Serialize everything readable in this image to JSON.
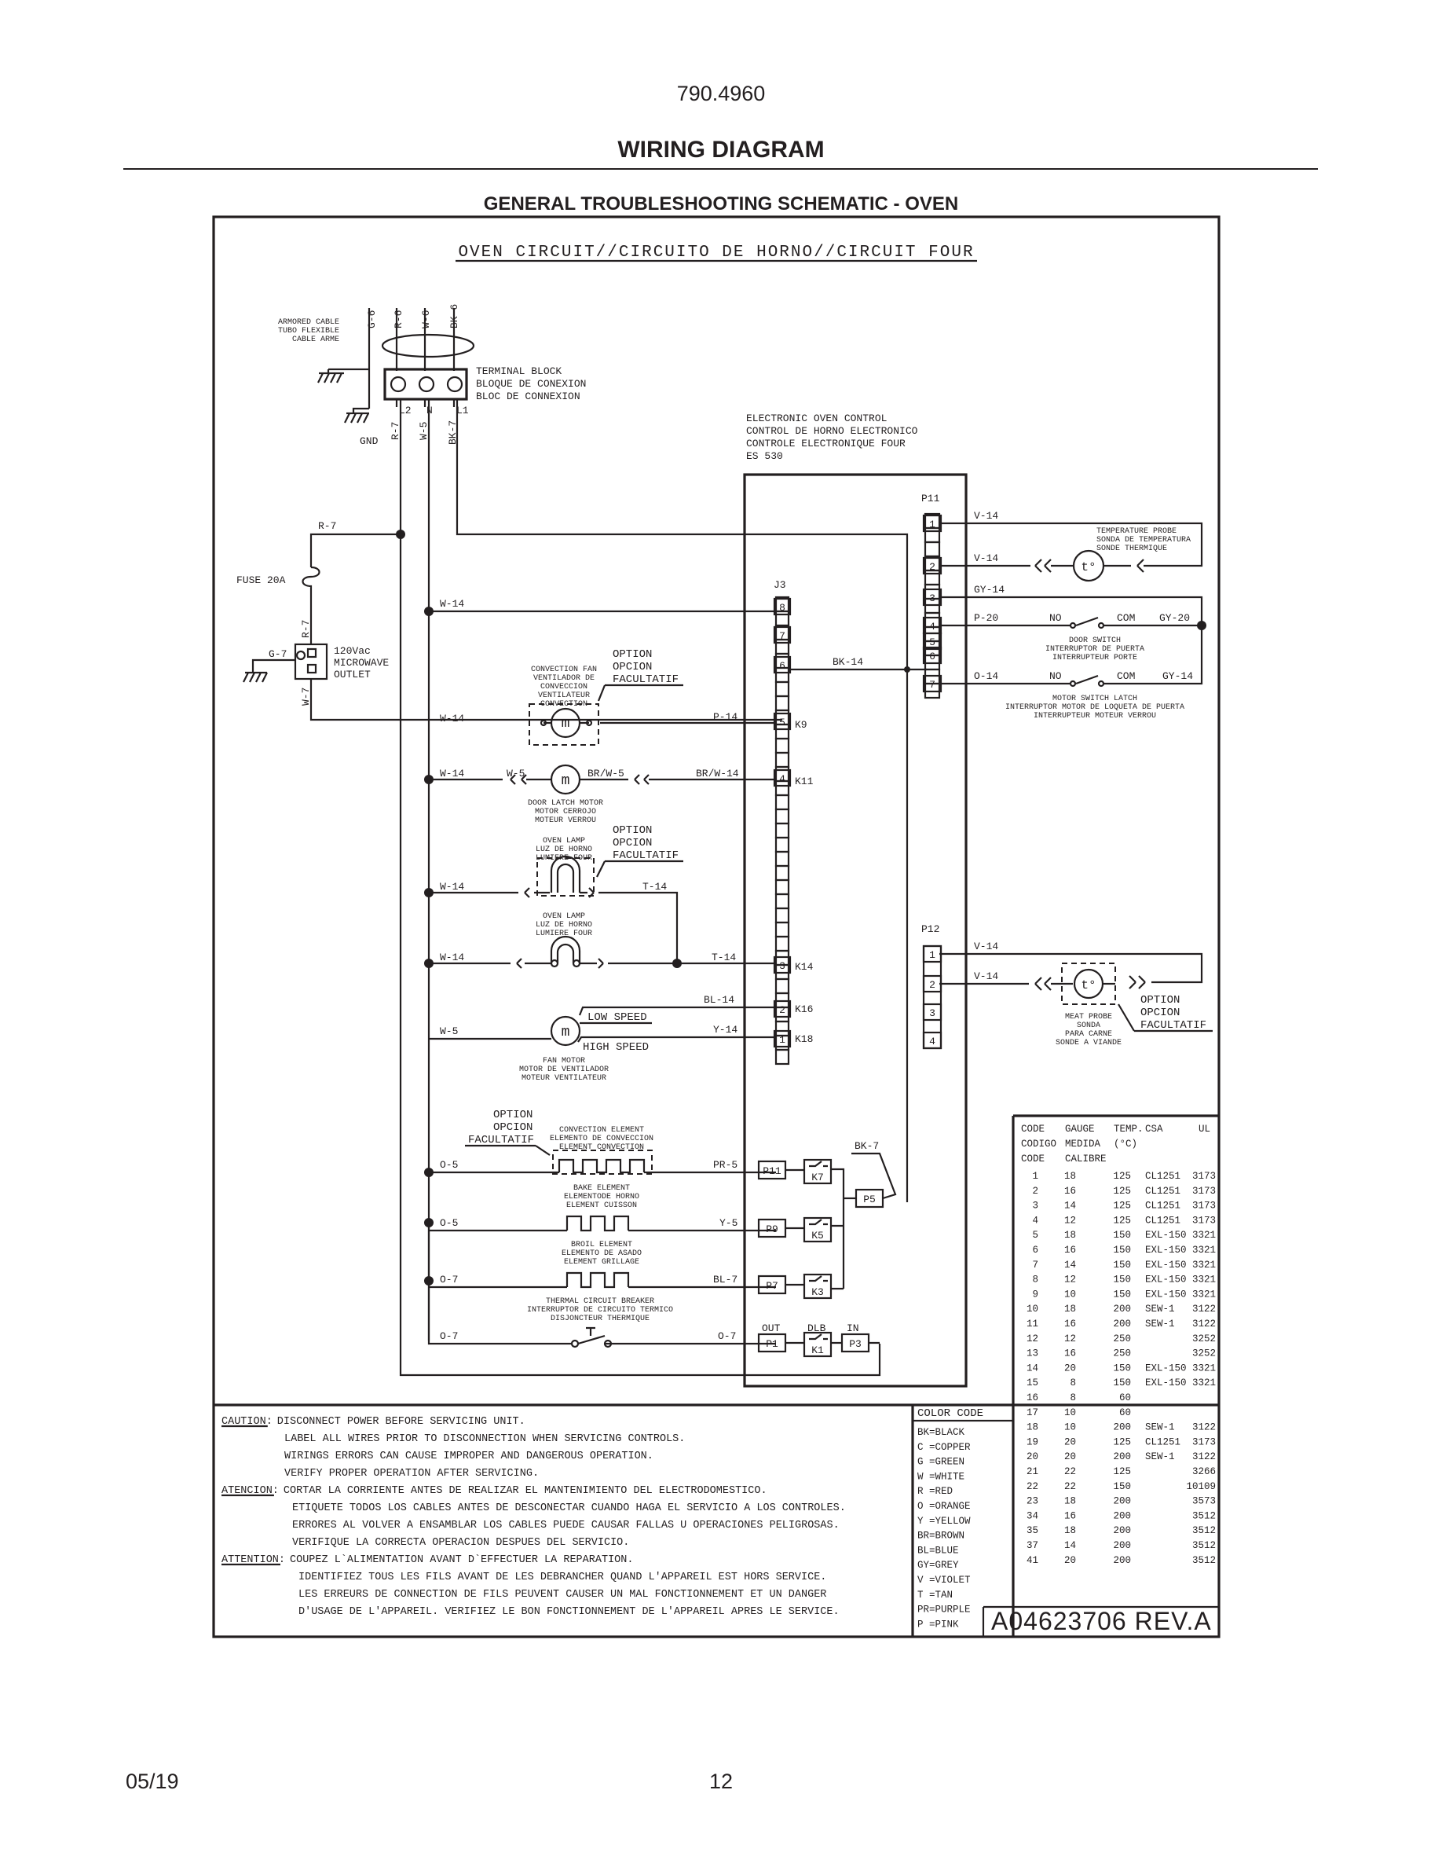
{
  "header": {
    "model": "790.4960",
    "title": "WIRING DIAGRAM",
    "subtitle": "GENERAL TROUBLESHOOTING SCHEMATIC - OVEN"
  },
  "footer": {
    "date": "05/19",
    "page": "12"
  },
  "schematic": {
    "title": "OVEN CIRCUIT//CIRCUITO DE HORNO//CIRCUIT FOUR",
    "armored_cable": [
      "ARMORED CABLE",
      "TUBO FLEXIBLE",
      "CABLE ARME"
    ],
    "supply_wires": [
      "G-6",
      "R-6",
      "W-6",
      "BK-6"
    ],
    "terminal_block": [
      "TERMINAL BLOCK",
      "BLOQUE DE CONEXION",
      "BLOC DE CONNEXION"
    ],
    "terminals": [
      "L2",
      "N",
      "L1"
    ],
    "gnd": "GND",
    "feed_wires": [
      "R-7",
      "W-5",
      "BK-7"
    ],
    "fuse": "FUSE 20A",
    "outlet": [
      "120Vac",
      "MICROWAVE",
      "OUTLET"
    ],
    "control": [
      "ELECTRONIC OVEN CONTROL",
      "CONTROL DE HORNO ELECTRONICO",
      "CONTROLE ELECTRONIQUE FOUR",
      "ES 530"
    ],
    "connectors": {
      "p11": "P11",
      "p12": "P12",
      "j3": "J3"
    },
    "relays": {
      "k9": "K9",
      "k11": "K11",
      "k14": "K14",
      "k16": "K16",
      "k18": "K18"
    },
    "wire_labels": {
      "r7": "R-7",
      "g7": "G-7",
      "w7": "W-7",
      "w14": "W-14",
      "w5": "W-5",
      "p14": "P-14",
      "brw5": "BR/W-5",
      "brw14": "BR/W-14",
      "t14": "T-14",
      "bl14": "BL-14",
      "y14": "Y-14",
      "bk14": "BK-14",
      "v14": "V-14",
      "gy14": "GY-14",
      "p20": "P-20",
      "gy20": "GY-20",
      "o14": "O-14",
      "bk7": "BK-7",
      "o5": "O-5",
      "pr5": "PR-5",
      "y5": "Y-5",
      "o7": "O-7",
      "bl7": "BL-7"
    },
    "option": [
      "OPTION",
      "OPCION",
      "FACULTATIF"
    ],
    "temp_probe": [
      "TEMPERATURE PROBE",
      "SONDA DE TEMPERATURA",
      "SONDE THERMIQUE"
    ],
    "probe_symbol": "t°",
    "switch": {
      "no": "NO",
      "com": "COM"
    },
    "door_switch": [
      "DOOR SWITCH",
      "INTERRUPTOR DE PUERTA",
      "INTERRUPTEUR PORTE"
    ],
    "motor_latch": [
      "MOTOR SWITCH LATCH",
      "INTERRUPTOR MOTOR DE LOQUETA DE PUERTA",
      "INTERRUPTEUR MOTEUR VERROU"
    ],
    "convection_fan": [
      "CONVECTION FAN",
      "VENTILADOR DE",
      "CONVECCION",
      "VENTILATEUR",
      "CONVECTION"
    ],
    "door_latch_motor": [
      "DOOR LATCH MOTOR",
      "MOTOR CERROJO",
      "MOTEUR VERROU"
    ],
    "oven_lamp": [
      "OVEN LAMP",
      "LUZ DE HORNO",
      "LUMIERE FOUR"
    ],
    "fan_motor": [
      "FAN MOTOR",
      "MOTOR DE VENTILADOR",
      "MOTEUR VENTILATEUR"
    ],
    "speeds": {
      "low": "LOW SPEED",
      "high": "HIGH SPEED"
    },
    "meat_probe": [
      "MEAT PROBE",
      "SONDA",
      "PARA CARNE",
      "SONDE A VIANDE"
    ],
    "convection_element": [
      "CONVECTION ELEMENT",
      "ELEMENTO DE CONVECCION",
      "ELEMENT CONVECTION"
    ],
    "bake_element": [
      "BAKE ELEMENT",
      "ELEMENTODE HORNO",
      "ELEMENT CUISSON"
    ],
    "broil_element": [
      "BROIL ELEMENT",
      "ELEMENTO DE ASADO",
      "ELEMENT GRILLAGE"
    ],
    "thermal_breaker": [
      "THERMAL CIRCUIT BREAKER",
      "INTERRUPTOR DE CIRCUITO TERMICO",
      "DISJONCTEUR THERMIQUE"
    ],
    "board_pins": {
      "p11": "P11",
      "k7": "K7",
      "p5": "P5",
      "p9": "P9",
      "k5": "K5",
      "p7": "P7",
      "k3": "K3",
      "p1": "P1",
      "k1": "K1",
      "p3": "P3",
      "out": "OUT",
      "dlb": "DLB",
      "in": "IN"
    }
  },
  "gauge_table": {
    "headers": [
      [
        "CODE",
        "GAUGE",
        "TEMP.",
        "CSA",
        "UL"
      ],
      [
        "CODIGO",
        "MEDIDA",
        "(°C)",
        "",
        ""
      ],
      [
        "CODE",
        "CALIBRE",
        "",
        "",
        ""
      ]
    ],
    "rows": [
      [
        "1",
        "18",
        "125",
        "CL1251",
        "3173"
      ],
      [
        "2",
        "16",
        "125",
        "CL1251",
        "3173"
      ],
      [
        "3",
        "14",
        "125",
        "CL1251",
        "3173"
      ],
      [
        "4",
        "12",
        "125",
        "CL1251",
        "3173"
      ],
      [
        "5",
        "18",
        "150",
        "EXL-150",
        "3321"
      ],
      [
        "6",
        "16",
        "150",
        "EXL-150",
        "3321"
      ],
      [
        "7",
        "14",
        "150",
        "EXL-150",
        "3321"
      ],
      [
        "8",
        "12",
        "150",
        "EXL-150",
        "3321"
      ],
      [
        "9",
        "10",
        "150",
        "EXL-150",
        "3321"
      ],
      [
        "10",
        "18",
        "200",
        "SEW-1",
        "3122"
      ],
      [
        "11",
        "16",
        "200",
        "SEW-1",
        "3122"
      ],
      [
        "12",
        "12",
        "250",
        "",
        "3252"
      ],
      [
        "13",
        "16",
        "250",
        "",
        "3252"
      ],
      [
        "14",
        "20",
        "150",
        "EXL-150",
        "3321"
      ],
      [
        "15",
        "8",
        "150",
        "EXL-150",
        "3321"
      ],
      [
        "16",
        "8",
        "60",
        "",
        ""
      ],
      [
        "17",
        "10",
        "60",
        "",
        ""
      ],
      [
        "18",
        "10",
        "200",
        "SEW-1",
        "3122"
      ],
      [
        "19",
        "20",
        "125",
        "CL1251",
        "3173"
      ],
      [
        "20",
        "20",
        "200",
        "SEW-1",
        "3122"
      ],
      [
        "21",
        "22",
        "125",
        "",
        "3266"
      ],
      [
        "22",
        "22",
        "150",
        "",
        "10109"
      ],
      [
        "23",
        "18",
        "200",
        "",
        "3573"
      ],
      [
        "34",
        "16",
        "200",
        "",
        "3512"
      ],
      [
        "35",
        "18",
        "200",
        "",
        "3512"
      ],
      [
        "37",
        "14",
        "200",
        "",
        "3512"
      ],
      [
        "41",
        "20",
        "200",
        "",
        "3512"
      ]
    ]
  },
  "color_code": {
    "title": "COLOR CODE",
    "items": [
      "BK=BLACK",
      "C =COPPER",
      "G =GREEN",
      "W =WHITE",
      "R =RED",
      "O =ORANGE",
      "Y =YELLOW",
      "BR=BROWN",
      "BL=BLUE",
      "GY=GREY",
      "V =VIOLET",
      "T =TAN",
      "PR=PURPLE",
      "P =PINK"
    ]
  },
  "part_number": "A04623706 REV.A",
  "cautions": [
    {
      "label": "CAUTION:",
      "lines": [
        "DISCONNECT POWER BEFORE SERVICING UNIT.",
        "LABEL ALL WIRES PRIOR TO DISCONNECTION WHEN SERVICING CONTROLS.",
        "WIRINGS ERRORS CAN CAUSE IMPROPER AND DANGEROUS OPERATION.",
        "VERIFY PROPER OPERATION AFTER SERVICING."
      ]
    },
    {
      "label": "ATENCION:",
      "lines": [
        "CORTAR LA CORRIENTE ANTES DE REALIZAR EL MANTENIMIENTO DEL ELECTRODOMESTICO.",
        "ETIQUETE TODOS LOS CABLES ANTES DE DESCONECTAR CUANDO HAGA EL SERVICIO A LOS CONTROLES.",
        "ERRORES AL VOLVER A ENSAMBLAR LOS CABLES PUEDE CAUSAR FALLAS U OPERACIONES PELIGROSAS.",
        "VERIFIQUE LA CORRECTA OPERACION DESPUES DEL SERVICIO."
      ]
    },
    {
      "label": "ATTENTION:",
      "lines": [
        "COUPEZ L`ALIMENTATION AVANT D`EFFECTUER LA REPARATION.",
        "IDENTIFIEZ TOUS LES FILS AVANT DE LES DEBRANCHER QUAND L'APPAREIL EST HORS SERVICE.",
        "LES ERREURS DE CONNECTION DE FILS PEUVENT CAUSER UN MAL FONCTIONNEMENT ET UN DANGER",
        "D'USAGE DE L'APPAREIL. VERIFIEZ LE BON FONCTIONNEMENT DE L'APPAREIL APRES LE SERVICE."
      ]
    }
  ]
}
